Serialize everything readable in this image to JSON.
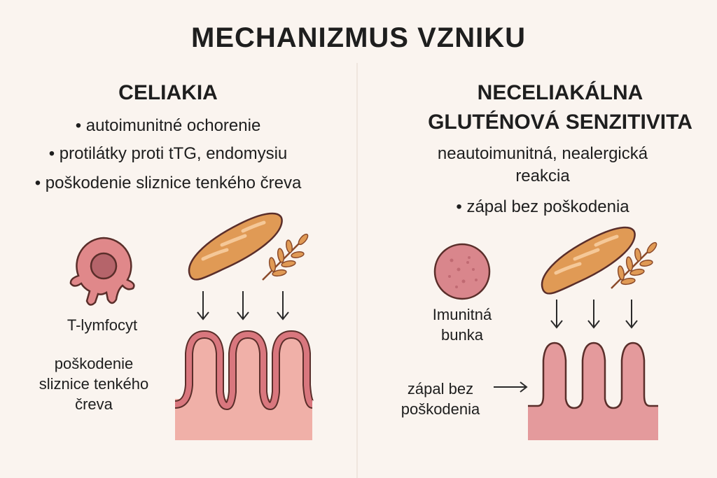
{
  "title": "MECHANIZMUS VZNIKU",
  "left": {
    "heading": "CELIAKIA",
    "bullets": [
      "• autoimunitné ochorenie",
      "• protilátky proti tTG, endomysiu",
      "• poškodenie sliznice tenkého čreva"
    ],
    "cell_label": "T-lymfocyt",
    "villi_label": [
      "poškodenie",
      "sliznice tenkého",
      "čreva"
    ]
  },
  "right": {
    "heading": [
      "NECELIAKÁLNA",
      "GLUTÉNOVÁ SENZITIVITA"
    ],
    "description": [
      "neautoimunitná, nealergická",
      "reakcia"
    ],
    "bullet": "• zápal bez poškodenia",
    "cell_label": [
      "Imunitná",
      "bunka"
    ],
    "villi_label": [
      "zápal bez",
      "poškodenia"
    ]
  },
  "colors": {
    "background": "#faf4ef",
    "cell": "#e0888a",
    "nucleus": "#b5646a",
    "bread": "#e09a55",
    "villi": "#f0b0a8",
    "outline": "#5a2e2a"
  }
}
